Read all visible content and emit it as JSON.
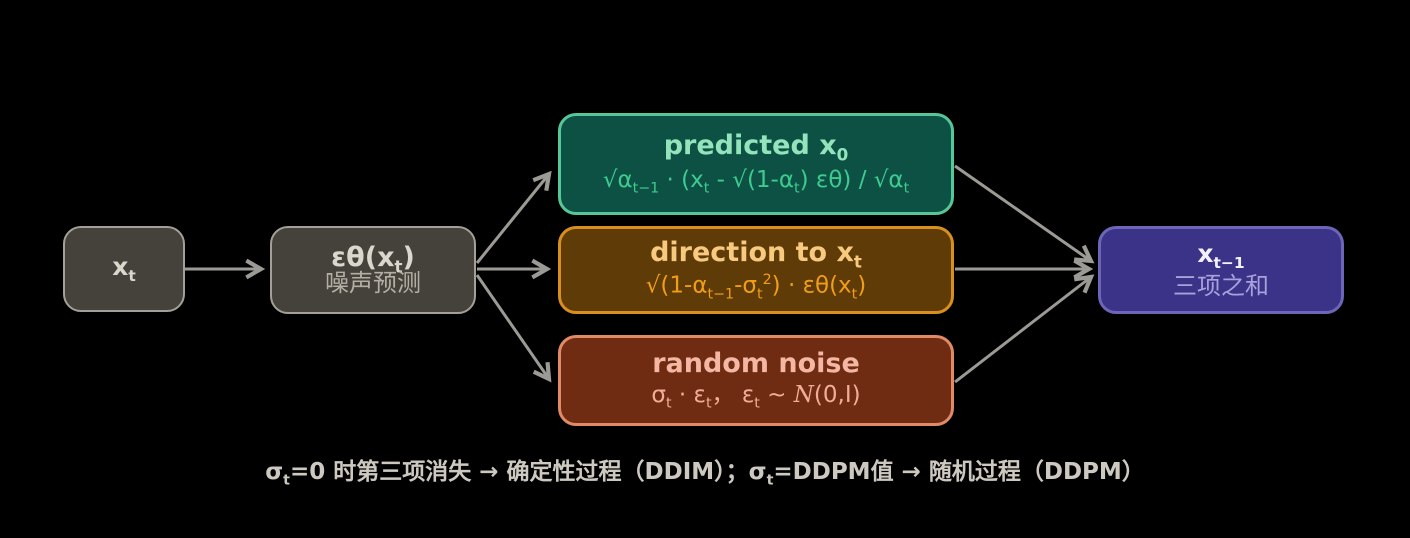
{
  "colors": {
    "background": "#000000",
    "arrow": "#9c9a94",
    "gray_fill": "#45423b",
    "gray_border": "#a4a097",
    "gray_text": "#dad7cd",
    "gray_subtext": "#b3afa5",
    "teal_fill": "#0d5144",
    "teal_border": "#56c796",
    "teal_title": "#93e3bb",
    "teal_formula": "#3ecb90",
    "amber_fill": "#5f3b07",
    "amber_border": "#d98f1d",
    "amber_title": "#f7ca80",
    "amber_formula": "#f29d19",
    "rust_fill": "#702c13",
    "rust_border": "#e18a66",
    "rust_title": "#f3b7a3",
    "rust_formula": "#f0ae98",
    "indigo_fill": "#3b3388",
    "indigo_border": "#6c65b8",
    "indigo_title": "#f2f0fa",
    "indigo_subtitle": "#a7a1dc",
    "caption_text": "#cdc9c0"
  },
  "nodes": {
    "xt": {
      "title": "x_{t}"
    },
    "eps": {
      "title": "εθ(x_{t})",
      "subtitle": "噪声预测"
    },
    "predicted": {
      "title": "predicted x_{0}",
      "formula": "√α_{t−1} · (x_{t} - √(1-α_{t}) εθ) / √α_{t}"
    },
    "direction": {
      "title": "direction to x_{t}",
      "formula": "√(1-α_{t−1}-σ_{t}^{2}) · εθ(x_{t})"
    },
    "random": {
      "title": "random noise",
      "formula": "σ_{t} · ε_{t}， ε_{t} ~ *{N}(0,I)"
    },
    "xt1": {
      "title": "x_{t−1}",
      "subtitle": "三项之和"
    }
  },
  "caption": "σ_{t}=0 时第三项消失 → 确定性过程（DDIM）；σ_{t}=DDPM值 → 随机过程（DDPM）"
}
